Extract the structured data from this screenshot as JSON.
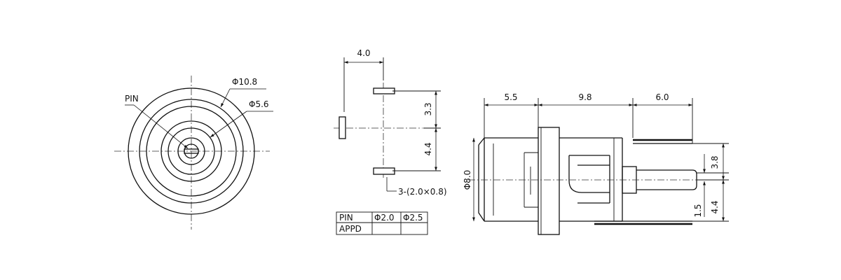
{
  "front_view": {
    "pin_label": "PIN",
    "outer_dia": "Φ10.8",
    "inner_dia": "Φ5.6"
  },
  "pcb_layout": {
    "width_dim": "4.0",
    "upper_dim": "3.3",
    "lower_dim": "4.4",
    "slots_note": "3-(2.0×0.8)"
  },
  "pin_table": {
    "headers": [
      "PIN",
      "Φ2.0",
      "Φ2.5"
    ],
    "row_label": "APPD"
  },
  "side_view": {
    "dim_a": "5.5",
    "dim_b": "9.8",
    "dim_c": "6.0",
    "body_dia": "Φ8.0",
    "pin_height": "3.8",
    "lower_pin": "1.5",
    "total_height": "4.4"
  }
}
